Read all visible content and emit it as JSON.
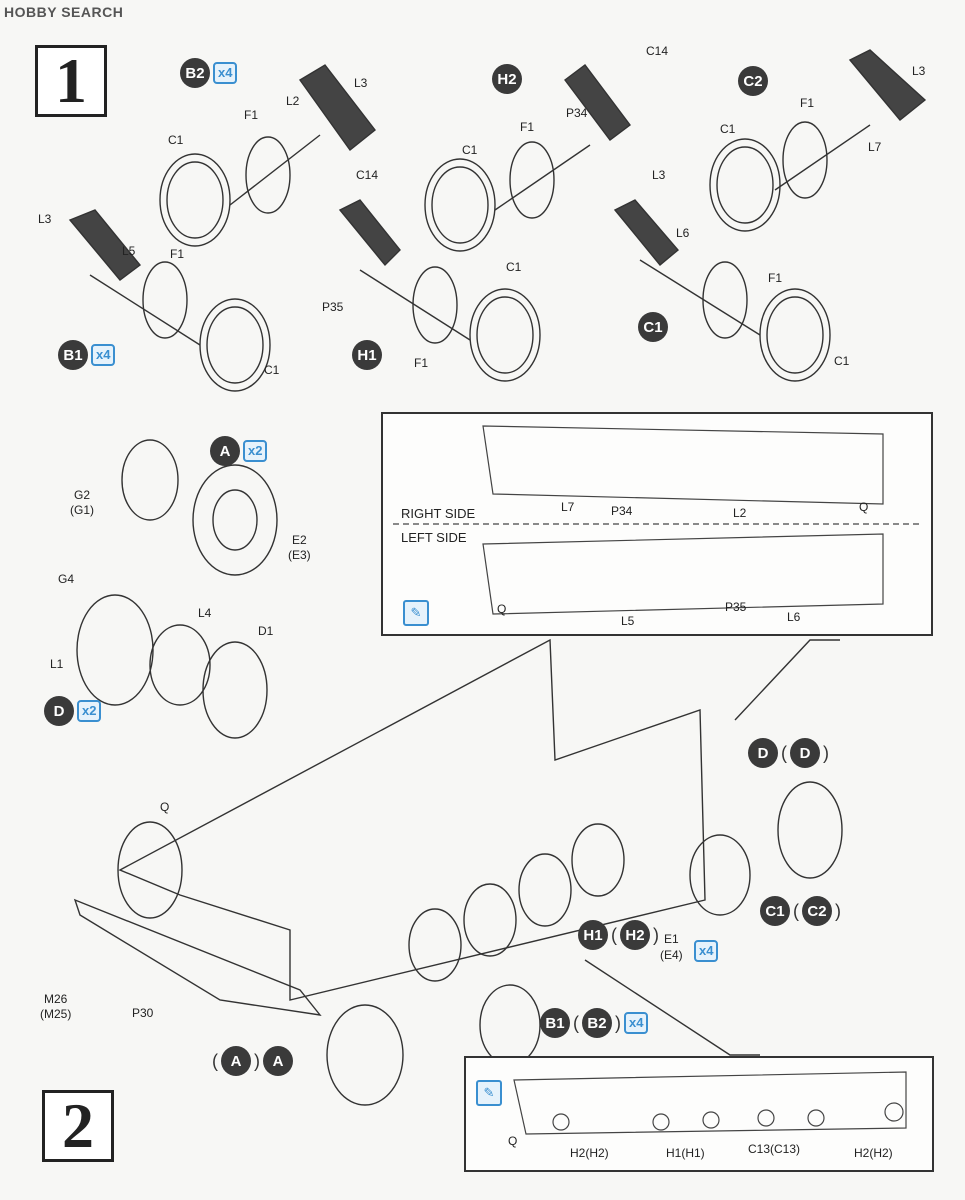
{
  "brand": "HOBBY SEARCH",
  "steps": {
    "one": "1",
    "two": "2"
  },
  "badges": {
    "b2": {
      "code": "B2",
      "mult": "x4"
    },
    "h2": {
      "code": "H2"
    },
    "c2": {
      "code": "C2"
    },
    "b1": {
      "code": "B1",
      "mult": "x4"
    },
    "h1": {
      "code": "H1"
    },
    "c1": {
      "code": "C1"
    },
    "a": {
      "code": "A",
      "mult": "x2"
    },
    "d": {
      "code": "D",
      "mult": "x2"
    },
    "dd": {
      "code1": "D",
      "code2": "D"
    },
    "c1c2": {
      "code1": "C1",
      "code2": "C2"
    },
    "h1h2": {
      "code1": "H1",
      "code2": "H2"
    },
    "b1b2": {
      "code1": "B1",
      "code2": "B2",
      "mult": "x4"
    },
    "aa": {
      "code1": "A",
      "code2": "A"
    },
    "e1mult": "x4"
  },
  "parts": {
    "l3a": "L3",
    "l2": "L2",
    "f1a": "F1",
    "c1a": "C1",
    "c14a": "C14",
    "f1b": "F1",
    "p34": "P34",
    "c1b": "C1",
    "l3b": "L3",
    "f1c": "F1",
    "c1c": "C1",
    "l7": "L7",
    "l3c": "L3",
    "l5": "L5",
    "f1d": "F1",
    "c1d": "C1",
    "c14b": "C14",
    "p35": "P35",
    "f1e": "F1",
    "c1e": "C1",
    "l3d": "L3",
    "l6": "L6",
    "f1f": "F1",
    "c1f": "C1",
    "g2": "G2",
    "g1": "(G1)",
    "e2": "E2",
    "e3": "(E3)",
    "g4": "G4",
    "l4": "L4",
    "d1": "D1",
    "l1": "L1",
    "q": "Q",
    "e1": "E1",
    "e4": "(E4)",
    "m26": "M26",
    "m25": "(M25)",
    "p30": "P30"
  },
  "inset1": {
    "right_side": "RIGHT SIDE",
    "left_side": "LEFT SIDE",
    "labels": {
      "l7": "L7",
      "p34": "P34",
      "l2": "L2",
      "q_top": "Q",
      "q_bot": "Q",
      "l5": "L5",
      "p35": "P35",
      "l6": "L6"
    }
  },
  "inset2": {
    "labels": {
      "q": "Q",
      "h2a": "H2(H2)",
      "h1": "H1(H1)",
      "c13": "C13(C13)",
      "h2b": "H2(H2)"
    }
  }
}
